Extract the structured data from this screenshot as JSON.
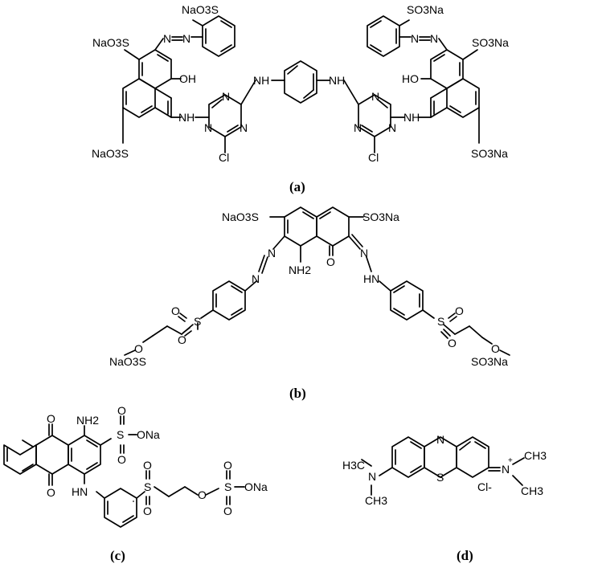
{
  "structures": {
    "a": {
      "caption": "(a)",
      "labels": {
        "naO3s_top": "NaO3S",
        "naO3s_left": "NaO3S",
        "naO3s_bottom": "NaO3S",
        "so3na_top": "SO3Na",
        "so3na_right": "SO3Na",
        "so3na_bottom": "SO3Na",
        "oh_left": "OH",
        "ho_right": "HO",
        "nh_1": "NH",
        "nh_2": "NH",
        "nh_3": "NH",
        "nh_4": "NH",
        "n_1": "N",
        "n_2": "N",
        "n_3": "N",
        "n_4": "N",
        "n_5": "N",
        "n_6": "N",
        "azo_1": "N",
        "azo_2": "N",
        "azo_3": "N",
        "azo_4": "N",
        "cl_1": "Cl",
        "cl_2": "Cl"
      }
    },
    "b": {
      "caption": "(b)",
      "labels": {
        "naO3s": "NaO3S",
        "so3na": "SO3Na",
        "nh2": "NH2",
        "o_keto": "O",
        "azo_1": "N",
        "azo_2": "N",
        "hydrazo_n": "N",
        "hydrazo_hn": "HN",
        "s_left": "S",
        "s_right": "S",
        "o_1": "O",
        "o_2": "O",
        "o_3": "O",
        "o_4": "O",
        "o_ether_left": "O",
        "o_ether_right": "O",
        "naO3s_tail": "NaO3S",
        "so3na_tail": "SO3Na"
      }
    },
    "c": {
      "caption": "(c)",
      "labels": {
        "o_top": "O",
        "o_bottom": "O",
        "nh2": "NH2",
        "hn": "HN",
        "s_sulfonate": "S",
        "ona_1": "ONa",
        "o_s1_top": "O",
        "o_s1_bottom": "O",
        "s_sulfone": "S",
        "o_s2_top": "O",
        "o_s2_bottom": "O",
        "o_ether": "O",
        "s_sulfate": "S",
        "o_s3_top": "O",
        "o_s3_bottom": "O",
        "ona_2": "ONa"
      }
    },
    "d": {
      "caption": "(d)",
      "labels": {
        "n_ring": "N",
        "s_ring": "S",
        "h3c_top": "H3C",
        "ch3_bottom": "CH3",
        "n_left": "N",
        "n_plus": "N",
        "plus": "+",
        "ch3_r1": "CH3",
        "ch3_r2": "CH3",
        "cl_minus": "Cl-"
      }
    }
  }
}
